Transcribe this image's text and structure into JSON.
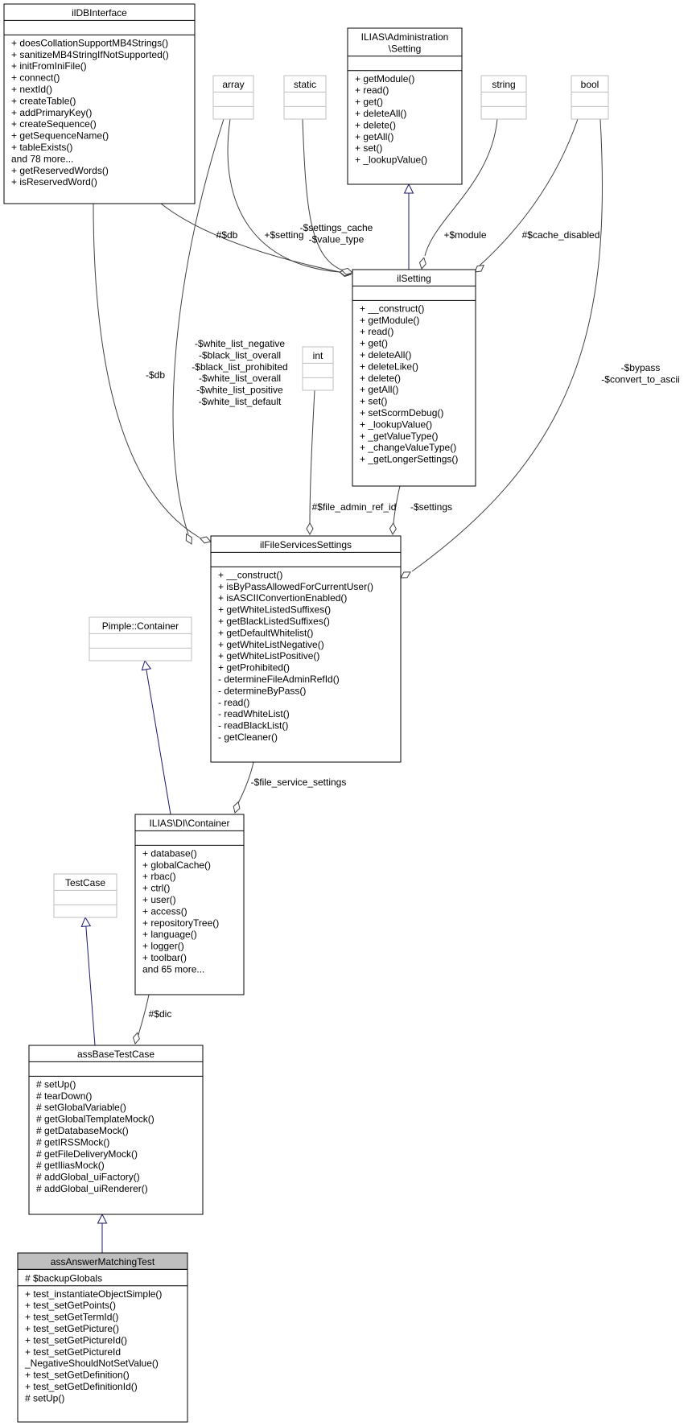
{
  "classes": {
    "ildbinterface": {
      "name": [
        "ilDBInterface"
      ],
      "attributes": [],
      "methods": [
        "+ doesCollationSupportMB4Strings()",
        "+ sanitizeMB4StringIfNotSupported()",
        "+ initFromIniFile()",
        "+ connect()",
        "+ nextId()",
        "+ createTable()",
        "+ addPrimaryKey()",
        "+ createSequence()",
        "+ getSequenceName()",
        "+ tableExists()",
        "and 78 more...",
        "+ getReservedWords()",
        "+ isReservedWord()"
      ]
    },
    "administration_setting": {
      "name": [
        "ILIAS\\Administration",
        "\\Setting"
      ],
      "attributes": [],
      "methods": [
        "+ getModule()",
        "+ read()",
        "+ get()",
        "+ deleteAll()",
        "+ delete()",
        "+ getAll()",
        "+ set()",
        "+ _lookupValue()"
      ]
    },
    "array": {
      "name": [
        "array"
      ],
      "attributes": [],
      "methods": []
    },
    "static": {
      "name": [
        "static"
      ],
      "attributes": [],
      "methods": []
    },
    "string": {
      "name": [
        "string"
      ],
      "attributes": [],
      "methods": []
    },
    "bool": {
      "name": [
        "bool"
      ],
      "attributes": [],
      "methods": []
    },
    "int": {
      "name": [
        "int"
      ],
      "attributes": [],
      "methods": []
    },
    "ilsetting": {
      "name": [
        "ilSetting"
      ],
      "attributes": [],
      "methods": [
        "+ __construct()",
        "+ getModule()",
        "+ read()",
        "+ get()",
        "+ deleteAll()",
        "+ deleteLike()",
        "+ delete()",
        "+ getAll()",
        "+ set()",
        "+ setScormDebug()",
        "+ _lookupValue()",
        "+ _getValueType()",
        "+ _changeValueType()",
        "+ _getLongerSettings()"
      ]
    },
    "ilfileservicessettings": {
      "name": [
        "ilFileServicesSettings"
      ],
      "attributes": [],
      "methods": [
        "+ __construct()",
        "+ isByPassAllowedForCurrentUser()",
        "+ isASCIIConvertionEnabled()",
        "+ getWhiteListedSuffixes()",
        "+ getBlackListedSuffixes()",
        "+ getDefaultWhitelist()",
        "+ getWhiteListNegative()",
        "+ getWhiteListPositive()",
        "+ getProhibited()",
        "- determineFileAdminRefId()",
        "- determineByPass()",
        "- read()",
        "- readWhiteList()",
        "- readBlackList()",
        "- getCleaner()"
      ]
    },
    "pimple_container": {
      "name": [
        "Pimple::Container"
      ],
      "attributes": [],
      "methods": []
    },
    "di_container": {
      "name": [
        "ILIAS\\DI\\Container"
      ],
      "attributes": [],
      "methods": [
        "+ database()",
        "+ globalCache()",
        "+ rbac()",
        "+ ctrl()",
        "+ user()",
        "+ access()",
        "+ repositoryTree()",
        "+ language()",
        "+ logger()",
        "+ toolbar()",
        "and 65 more..."
      ]
    },
    "testcase": {
      "name": [
        "TestCase"
      ],
      "attributes": [],
      "methods": []
    },
    "assbasetestcase": {
      "name": [
        "assBaseTestCase"
      ],
      "attributes": [],
      "methods": [
        "# setUp()",
        "# tearDown()",
        "# setGlobalVariable()",
        "# getGlobalTemplateMock()",
        "# getDatabaseMock()",
        "# getIRSSMock()",
        "# getFileDeliveryMock()",
        "# getIliasMock()",
        "# addGlobal_uiFactory()",
        "# addGlobal_uiRenderer()"
      ]
    },
    "assanswermatchingtest": {
      "name": [
        "assAnswerMatchingTest"
      ],
      "attributes": [
        "# $backupGlobals"
      ],
      "methods": [
        "+ test_instantiateObjectSimple()",
        "+ test_setGetPoints()",
        "+ test_setGetTermId()",
        "+ test_setGetPicture()",
        "+ test_setGetPictureId()",
        "+ test_setGetPictureId",
        "_NegativeShouldNotSetValue()",
        "+ test_setGetDefinition()",
        "+ test_setGetDefinitionId()",
        "# setUp()"
      ]
    }
  },
  "edge_labels": {
    "db_setting": [
      "#$db"
    ],
    "setting": [
      "+$setting"
    ],
    "settings_cache": [
      "-$settings_cache",
      "-$value_type"
    ],
    "module": [
      "+$module"
    ],
    "cache_disabled": [
      "#$cache_disabled"
    ],
    "db_fss": [
      "-$db"
    ],
    "lists": [
      "-$white_list_negative",
      "-$black_list_overall",
      "-$black_list_prohibited",
      "-$white_list_overall",
      "-$white_list_positive",
      "-$white_list_default"
    ],
    "bypass": [
      "-$bypass",
      "-$convert_to_ascii"
    ],
    "file_admin_ref_id": [
      "#$file_admin_ref_id"
    ],
    "settings": [
      "-$settings"
    ],
    "file_service_settings": [
      "-$file_service_settings"
    ],
    "dic": [
      "#$dic"
    ]
  },
  "colors": {
    "border_main": "#000000",
    "border_external": "#bfbfbf",
    "external_text": "#404040",
    "inheritance_arrow": "#191970",
    "association_line": "#404040",
    "highlight_fill": "#bfbfbf"
  }
}
